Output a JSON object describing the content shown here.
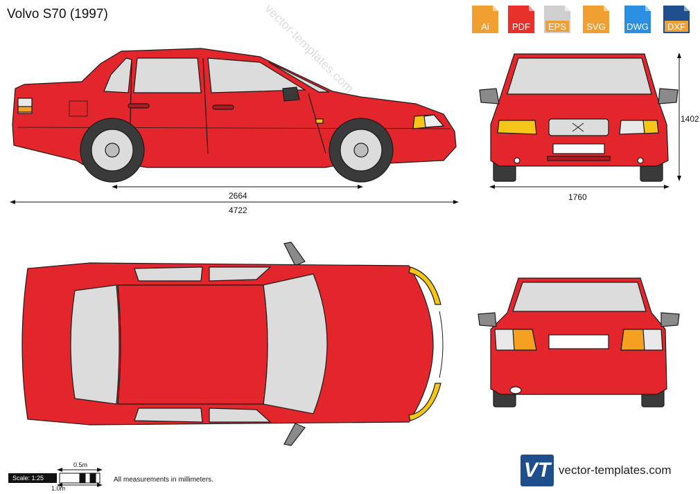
{
  "title": "Volvo S70 (1997)",
  "formats": [
    {
      "label": "Ai",
      "color": "#f0a030"
    },
    {
      "label": "PDF",
      "color": "#e8312a"
    },
    {
      "label": "EPS",
      "color": "#d8d8d8"
    },
    {
      "label": "SVG",
      "color": "#f0a030"
    },
    {
      "label": "DWG",
      "color": "#2a8fe0"
    },
    {
      "label": "DXF",
      "color": "#1f4e8c"
    }
  ],
  "dimensions": {
    "wheelbase": "2664",
    "length": "4722",
    "width": "1760",
    "height": "1402"
  },
  "scale": {
    "label": "Scale: 1:25",
    "half_m": "0.5m",
    "one_m": "1.0m"
  },
  "note": "All measurements in millimeters.",
  "brand": {
    "logo_text": "VT",
    "site": "vector-templates.com"
  },
  "watermark": "vector-templates.com",
  "colors": {
    "body": "#e3262c",
    "outline": "#1a1a1a",
    "glass": "#dcdcdc",
    "light_amber": "#f5c518",
    "tire": "#3a3a3a"
  }
}
